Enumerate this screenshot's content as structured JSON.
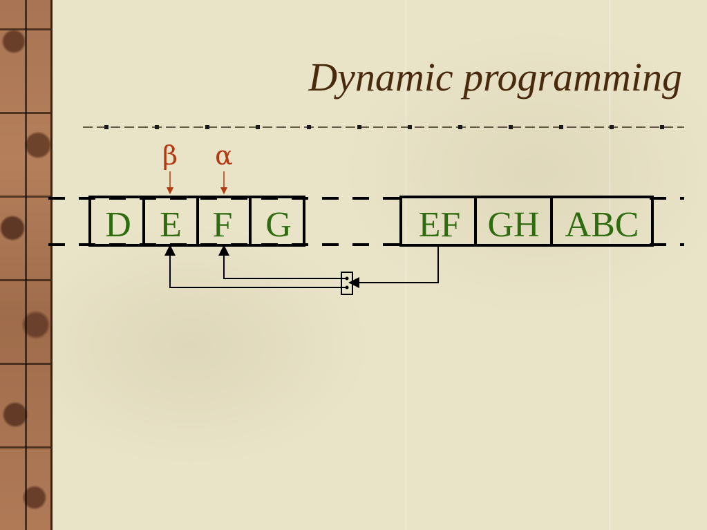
{
  "slide": {
    "title": "Dynamic programming"
  },
  "pointers": {
    "beta": "β",
    "alpha": "α"
  },
  "cells_left": [
    "D",
    "E",
    "F",
    "G"
  ],
  "cells_right": [
    "EF",
    "GH",
    "ABC"
  ],
  "colors": {
    "background": "#e9e3c8",
    "title": "#4a2a0c",
    "cell_text": "#2f6b0f",
    "greek": "#b23a10",
    "lines": "#000000"
  }
}
